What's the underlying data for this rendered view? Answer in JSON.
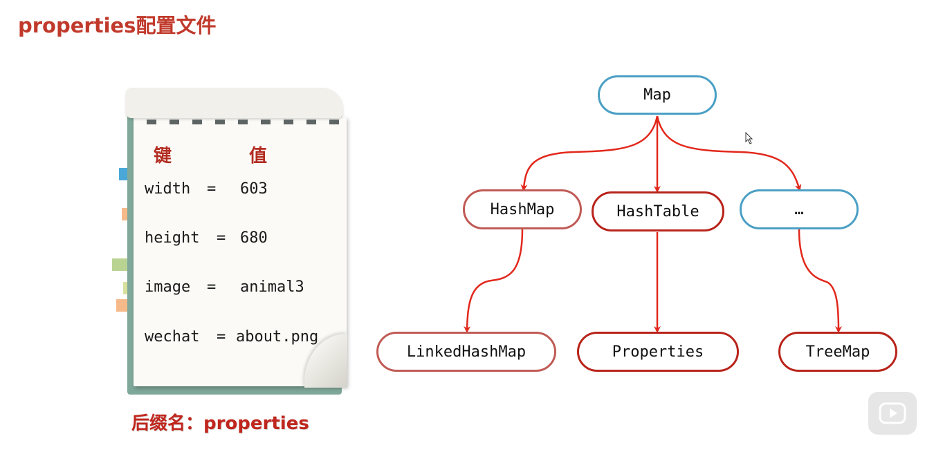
{
  "title": "properties配置文件",
  "notebook": {
    "header_key": "键",
    "header_value": "值",
    "entries": [
      {
        "key": "width",
        "eq": "=",
        "value": "603"
      },
      {
        "key": "height",
        "eq": "=",
        "value": "680"
      },
      {
        "key": "image",
        "eq": "=",
        "value": "animal3"
      },
      {
        "key": "wechat",
        "eq": "=",
        "value": "about.png"
      }
    ]
  },
  "suffix_label": "后缀名：properties",
  "diagram": {
    "nodes": {
      "map": "Map",
      "hashmap": "HashMap",
      "hashtable": "HashTable",
      "ellipsis": "…",
      "linkedhashmap": "LinkedHashMap",
      "properties": "Properties",
      "treemap": "TreeMap"
    },
    "edge_color": "#e2271b"
  },
  "colors": {
    "title": "#c0392b",
    "node_blue": "#4a9fc4",
    "node_pink": "#c05a55",
    "node_red": "#b8231a"
  },
  "icons": [
    "cursor-icon",
    "play-watermark-icon"
  ]
}
